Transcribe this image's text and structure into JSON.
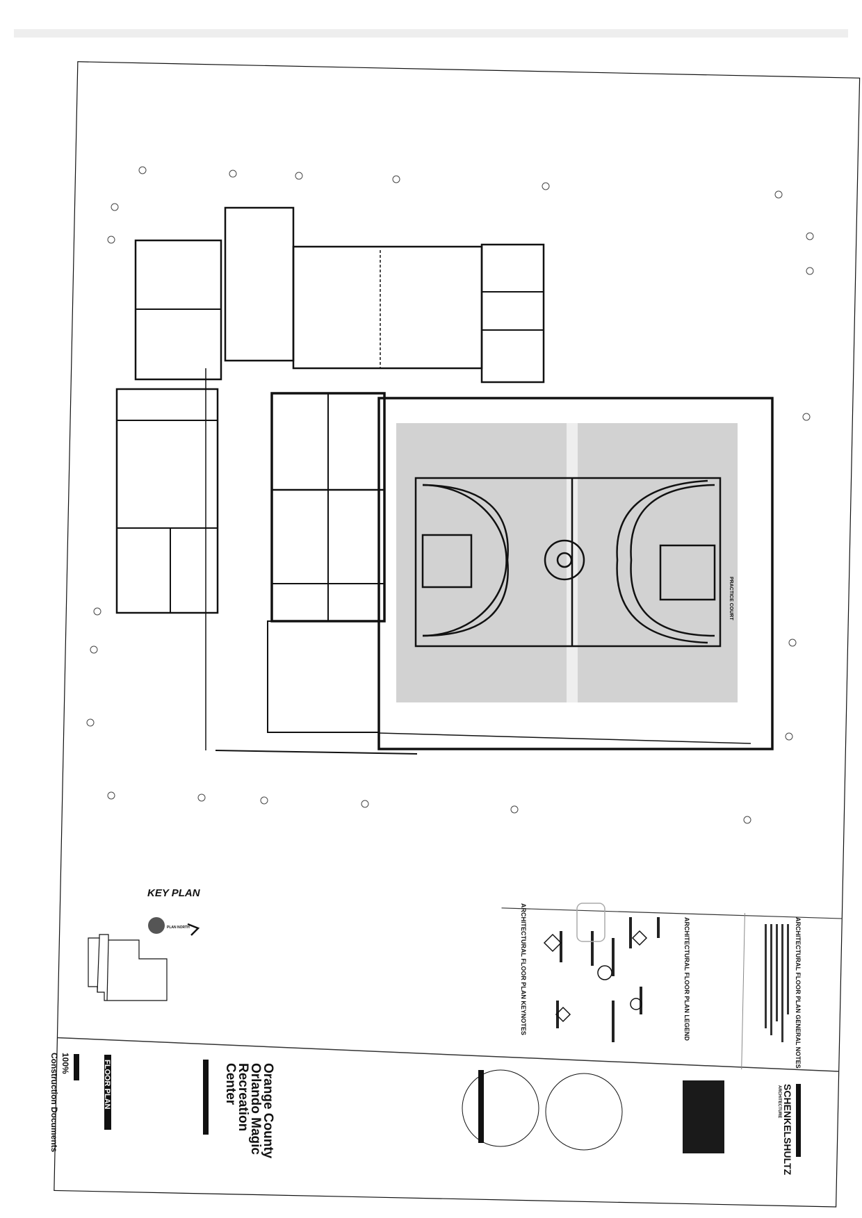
{
  "sheet": {
    "project_name_lines": [
      "Orange County",
      "Orlando Magic",
      "Recreation",
      "Center"
    ],
    "sheet_title": "FLOOR PLAN",
    "phase": "100%",
    "phase_label": "Construction Documents",
    "architect": "SCHENKELSHULTZ",
    "architect_sub": "ARCHITECTURE"
  },
  "notes": {
    "general_notes_title": "ARCHITECTURAL FLOOR PLAN GENERAL NOTES",
    "legend_title": "ARCHITECTURAL FLOOR PLAN LEGEND",
    "keynotes_title": "ARCHITECTURAL FLOOR PLAN KEYNOTES"
  },
  "key_plan": {
    "title": "KEY PLAN",
    "north_label": "PLAN NORTH"
  },
  "plan": {
    "gym_label": "PRACTICE COURT"
  },
  "colors": {
    "line": "#111111",
    "court_fill": "#d2d2d2",
    "paper": "#ffffff"
  }
}
